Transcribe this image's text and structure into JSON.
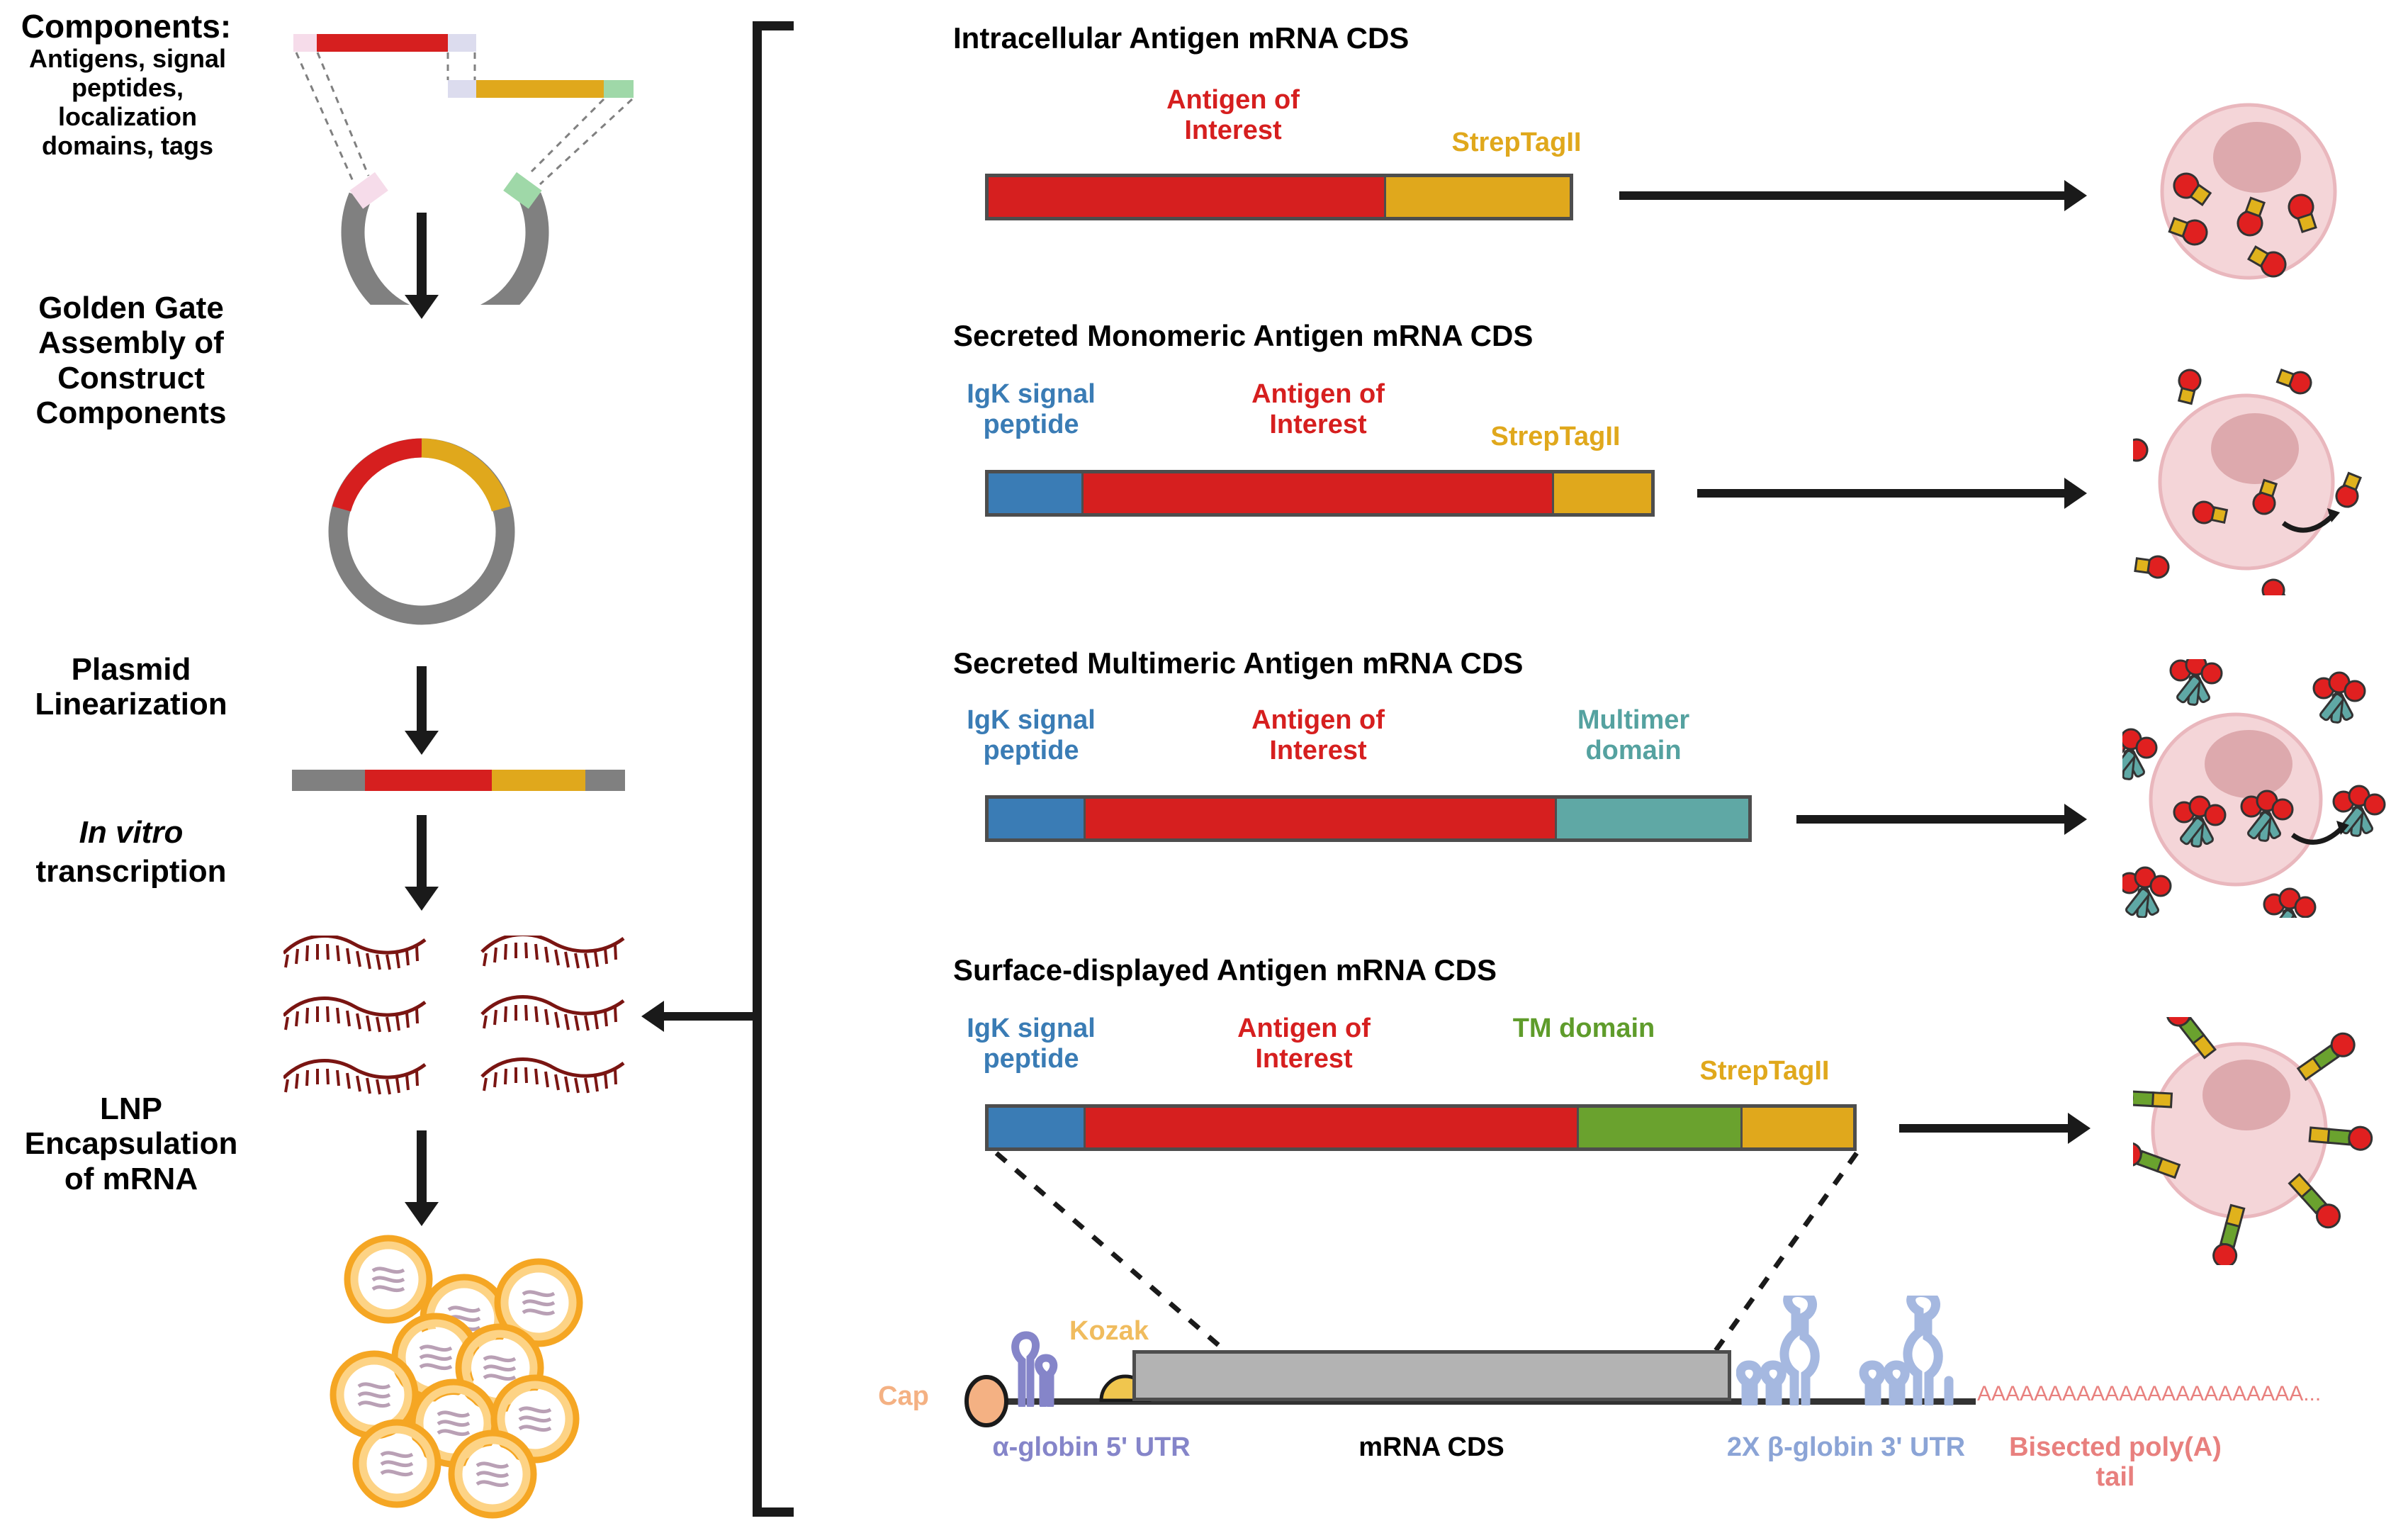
{
  "workflow": {
    "components_heading": "Components:",
    "components_sub": "Antigens, signal peptides, localization domains, tags",
    "steps": [
      {
        "id": "golden-gate",
        "label": "Golden Gate Assembly of Construct Components"
      },
      {
        "id": "linearization",
        "label": "Plasmid Linearization"
      },
      {
        "id": "ivt_italic",
        "label": "In vitro"
      },
      {
        "id": "ivt",
        "label": "transcription"
      },
      {
        "id": "lnp",
        "label": "LNP Encapsulation of mRNA"
      }
    ]
  },
  "constructs": [
    {
      "id": "intracellular",
      "title": "Intracellular Antigen mRNA CDS",
      "segments": [
        {
          "name": "Antigen of Interest",
          "color": "#d61f1f",
          "label_color": "#d61f1f"
        },
        {
          "name": "StrepTagII",
          "color": "#e0a81c",
          "label_color": "#d99e18"
        }
      ]
    },
    {
      "id": "secreted-monomeric",
      "title": "Secreted Monomeric Antigen mRNA CDS",
      "segments": [
        {
          "name": "IgK signal peptide",
          "color": "#3a7cb5",
          "label_color": "#3a7cb5"
        },
        {
          "name": "Antigen of Interest",
          "color": "#d61f1f",
          "label_color": "#d61f1f"
        },
        {
          "name": "StrepTagII",
          "color": "#e0a81c",
          "label_color": "#d99e18"
        }
      ]
    },
    {
      "id": "secreted-multimeric",
      "title": "Secreted Multimeric Antigen mRNA CDS",
      "segments": [
        {
          "name": "IgK signal peptide",
          "color": "#3a7cb5",
          "label_color": "#3a7cb5"
        },
        {
          "name": "Antigen of Interest",
          "color": "#d61f1f",
          "label_color": "#d61f1f"
        },
        {
          "name": "Multimer domain",
          "color": "#5fa8a5",
          "label_color": "#55a2a0"
        }
      ]
    },
    {
      "id": "surface-displayed",
      "title": "Surface-displayed Antigen mRNA CDS",
      "segments": [
        {
          "name": "IgK signal peptide",
          "color": "#3a7cb5",
          "label_color": "#3a7cb5"
        },
        {
          "name": "Antigen of Interest",
          "color": "#d61f1f",
          "label_color": "#d61f1f"
        },
        {
          "name": "TM domain",
          "color": "#6aa22e",
          "label_color": "#5f9c2b"
        },
        {
          "name": "StrepTagII",
          "color": "#e0a81c",
          "label_color": "#d99e18"
        }
      ]
    }
  ],
  "mrna_schematic": {
    "cap_label": "Cap",
    "kozak_label": "Kozak",
    "five_utr_label": "α-globin 5' UTR",
    "cds_label": "mRNA CDS",
    "three_utr_label": "2X β-globin 3' UTR",
    "polya_label": "Bisected poly(A) tail",
    "polya_sequence": "AAAAAAAAAAAAAAAAAAAAAAA..."
  },
  "colors": {
    "antigen_red": "#d61f1f",
    "strep_yellow": "#e0a81c",
    "igk_blue": "#3a7cb5",
    "multimer_teal": "#5fa8a5",
    "tm_green": "#6aa22e",
    "cap_orange": "#f4b183",
    "utr_purple": "#8585c9",
    "utr3_blue": "#a5b8e0",
    "polya_red": "#e8807e",
    "plasmid_gray": "#808080",
    "cell_pink": "#f4d5d8",
    "nucleus_pink": "#dda9ad",
    "mrna_dark_red": "#7a1512",
    "lnp_orange": "#f5a623"
  }
}
